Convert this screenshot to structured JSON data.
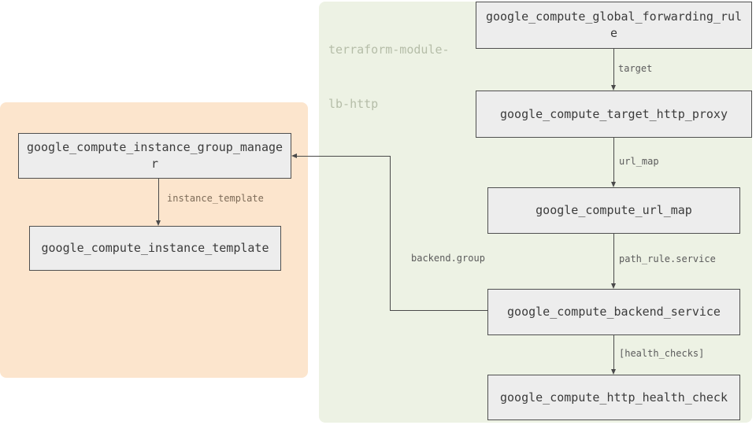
{
  "clusters": {
    "lb_http": {
      "label_line1": "terraform-module-",
      "label_line2": "lb-http"
    }
  },
  "nodes": [
    {
      "label": "google_compute_global_forwarding_rule"
    },
    {
      "label": "google_compute_target_http_proxy"
    },
    {
      "label": "google_compute_url_map"
    },
    {
      "label": "google_compute_backend_service"
    },
    {
      "label": "google_compute_http_health_check"
    },
    {
      "label": "google_compute_instance_group_manager"
    },
    {
      "label": "google_compute_instance_template"
    }
  ],
  "edges": [
    {
      "label": "target"
    },
    {
      "label": "url_map"
    },
    {
      "label": "path_rule.service"
    },
    {
      "label": "[health_checks]"
    },
    {
      "label": "backend.group"
    },
    {
      "label": "instance_template"
    }
  ],
  "colors": {
    "cluster_green_bg": "#edf2e4",
    "cluster_orange_bg": "#fce5cd",
    "cluster_label": "#b5bda8",
    "node_fill": "#ededed",
    "node_border": "#4f4f4f",
    "node_text": "#3b3b3b",
    "edge_line": "#4a4a4a",
    "edge_label_green": "#5b5b5b",
    "edge_label_orange": "#7d6b58"
  }
}
